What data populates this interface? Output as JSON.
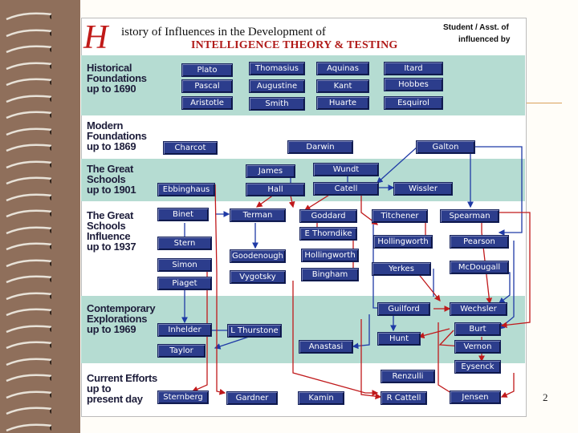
{
  "title": {
    "initial": "H",
    "rest_line1": "istory of Influences in the Development of",
    "line2": "INTELLIGENCE THEORY & TESTING"
  },
  "legend": {
    "line1": "Student / Asst. of",
    "line2": "influenced by"
  },
  "colors": {
    "band": "#b5dcd2",
    "box": "#2c3d8c",
    "student_arrow": "#c0191b",
    "influence_arrow": "#1f3aa6"
  },
  "rows": [
    {
      "label": "Historical Foundations up to 1690"
    },
    {
      "label": "Modern Foundations up to 1869"
    },
    {
      "label": "The Great Schools up to 1901"
    },
    {
      "label": "The Great Schools Influence up to 1937"
    },
    {
      "label": "Contemporary Explorations up to 1969"
    },
    {
      "label": "Current Efforts up to present day"
    }
  ],
  "row_lines": [
    [
      "Historical",
      "Foundations",
      "up to 1690"
    ],
    [
      "Modern",
      "Foundations",
      "up to 1869"
    ],
    [
      "The Great",
      "Schools",
      "up to 1901"
    ],
    [
      "The Great",
      "Schools",
      "Influence",
      "up to 1937"
    ],
    [
      "Contemporary",
      "Explorations",
      "up to 1969"
    ],
    [
      "Current Efforts",
      "up to",
      "present day"
    ]
  ],
  "people": {
    "plato": "Plato",
    "thomasius": "Thomasius",
    "aquinas": "Aquinas",
    "itard": "Itard",
    "pascal": "Pascal",
    "augustine": "Augustine",
    "kant": "Kant",
    "hobbes": "Hobbes",
    "aristotle": "Aristotle",
    "smith": "Smith",
    "huarte": "Huarte",
    "esquirol": "Esquirol",
    "charcot": "Charcot",
    "darwin": "Darwin",
    "galton": "Galton",
    "james": "James",
    "wundt": "Wundt",
    "ebbinghaus": "Ebbinghaus",
    "hall": "Hall",
    "catell": "Catell",
    "wissler": "Wissler",
    "binet": "Binet",
    "terman": "Terman",
    "goddard": "Goddard",
    "titchener": "Titchener",
    "spearman": "Spearman",
    "e_thorndike": "E Thorndike",
    "stern": "Stern",
    "goodenough": "Goodenough",
    "hollingworth_1": "Hollingworth",
    "hollingworth_2": "Hollingworth",
    "pearson": "Pearson",
    "simon": "Simon",
    "vygotsky": "Vygotsky",
    "bingham": "Bingham",
    "yerkes": "Yerkes",
    "mcdougall": "McDougall",
    "piaget": "Piaget",
    "guilford": "Guilford",
    "wechsler": "Wechsler",
    "inhelder": "Inhelder",
    "l_thurstone": "L Thurstone",
    "burt": "Burt",
    "hunt": "Hunt",
    "taylor": "Taylor",
    "anastasi": "Anastasi",
    "vernon": "Vernon",
    "eysenck": "Eysenck",
    "renzulli": "Renzulli",
    "sternberg": "Sternberg",
    "gardner": "Gardner",
    "kamin": "Kamin",
    "r_cattell": "R Cattell",
    "jensen": "Jensen"
  },
  "page_number": "2"
}
